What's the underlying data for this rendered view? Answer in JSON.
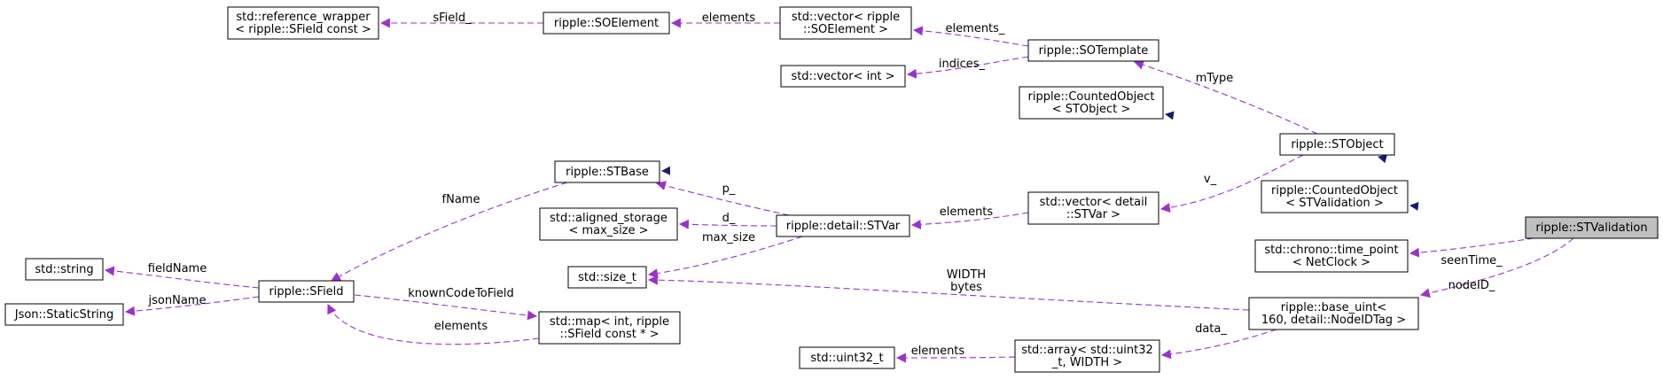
{
  "diagram_type": "collaboration-graph",
  "colors": {
    "inheritance_edge": "#191970",
    "usage_edge": "#9a32cd",
    "node_border": "#000000",
    "focus_fill": "#bfbfbf"
  },
  "nodes": [
    {
      "id": "refwrap",
      "lines": [
        "std::reference_wrapper",
        "< ripple::SField const >"
      ]
    },
    {
      "id": "soelement",
      "lines": [
        "ripple::SOElement"
      ]
    },
    {
      "id": "vec_soelement",
      "lines": [
        "std::vector< ripple",
        "::SOElement >"
      ]
    },
    {
      "id": "sotemplate",
      "lines": [
        "ripple::SOTemplate"
      ]
    },
    {
      "id": "vec_int",
      "lines": [
        "std::vector< int >"
      ]
    },
    {
      "id": "counted_stobject",
      "lines": [
        "ripple::CountedObject",
        "< STObject >"
      ]
    },
    {
      "id": "stobject",
      "lines": [
        "ripple::STObject"
      ]
    },
    {
      "id": "counted_stvalidation",
      "lines": [
        "ripple::CountedObject",
        "< STValidation >"
      ]
    },
    {
      "id": "stvalidation",
      "lines": [
        "ripple::STValidation"
      ]
    },
    {
      "id": "stbase",
      "lines": [
        "ripple::STBase"
      ]
    },
    {
      "id": "aligned_storage",
      "lines": [
        "std::aligned_storage",
        "< max_size >"
      ]
    },
    {
      "id": "stvar",
      "lines": [
        "ripple::detail::STVar"
      ]
    },
    {
      "id": "vec_stvar",
      "lines": [
        "std::vector< detail",
        "::STVar >"
      ]
    },
    {
      "id": "time_point",
      "lines": [
        "std::chrono::time_point",
        "< NetClock >"
      ]
    },
    {
      "id": "std_string",
      "lines": [
        "std::string"
      ]
    },
    {
      "id": "sfield",
      "lines": [
        "ripple::SField"
      ]
    },
    {
      "id": "static_string",
      "lines": [
        "Json::StaticString"
      ]
    },
    {
      "id": "size_t",
      "lines": [
        "std::size_t"
      ]
    },
    {
      "id": "map",
      "lines": [
        "std::map< int, ripple",
        "::SField const * >"
      ]
    },
    {
      "id": "base_uint",
      "lines": [
        "ripple::base_uint<",
        " 160, detail::NodeIDTag >"
      ]
    },
    {
      "id": "uint32",
      "lines": [
        "std::uint32_t"
      ]
    },
    {
      "id": "array",
      "lines": [
        "std::array< std::uint32",
        "_t, WIDTH >"
      ]
    }
  ],
  "edges": [
    {
      "from": "soelement",
      "to": "refwrap",
      "kind": "usage",
      "label": "sField_"
    },
    {
      "from": "vec_soelement",
      "to": "soelement",
      "kind": "usage",
      "label": "elements"
    },
    {
      "from": "sotemplate",
      "to": "vec_soelement",
      "kind": "usage",
      "label": "elements_"
    },
    {
      "from": "sotemplate",
      "to": "vec_int",
      "kind": "usage",
      "label": "indices_"
    },
    {
      "from": "stobject",
      "to": "sotemplate",
      "kind": "usage",
      "label": "mType"
    },
    {
      "from": "stobject",
      "to": "counted_stobject",
      "kind": "inheritance",
      "label": ""
    },
    {
      "from": "stobject",
      "to": "stbase",
      "kind": "inheritance",
      "label": ""
    },
    {
      "from": "stvalidation",
      "to": "stobject",
      "kind": "inheritance",
      "label": ""
    },
    {
      "from": "stvalidation",
      "to": "counted_stvalidation",
      "kind": "inheritance",
      "label": ""
    },
    {
      "from": "stobject",
      "to": "vec_stvar",
      "kind": "usage",
      "label": "v_"
    },
    {
      "from": "vec_stvar",
      "to": "stvar",
      "kind": "usage",
      "label": "elements"
    },
    {
      "from": "stvar",
      "to": "stbase",
      "kind": "usage",
      "label": "p_"
    },
    {
      "from": "stvar",
      "to": "aligned_storage",
      "kind": "usage",
      "label": "d_"
    },
    {
      "from": "stvar",
      "to": "size_t",
      "kind": "usage",
      "label": "max_size"
    },
    {
      "from": "stbase",
      "to": "sfield",
      "kind": "usage",
      "label": "fName"
    },
    {
      "from": "sfield",
      "to": "std_string",
      "kind": "usage",
      "label": "fieldName"
    },
    {
      "from": "sfield",
      "to": "static_string",
      "kind": "usage",
      "label": "jsonName"
    },
    {
      "from": "sfield",
      "to": "map",
      "kind": "usage",
      "label": "knownCodeToField"
    },
    {
      "from": "map",
      "to": "sfield",
      "kind": "usage",
      "label": "elements"
    },
    {
      "from": "stvalidation",
      "to": "time_point",
      "kind": "usage",
      "label": "seenTime_"
    },
    {
      "from": "stvalidation",
      "to": "base_uint",
      "kind": "usage",
      "label": "nodeID_"
    },
    {
      "from": "base_uint",
      "to": "size_t",
      "kind": "usage",
      "label": "WIDTH\nbytes"
    },
    {
      "from": "base_uint",
      "to": "array",
      "kind": "usage",
      "label": "data_"
    },
    {
      "from": "array",
      "to": "uint32",
      "kind": "usage",
      "label": "elements"
    }
  ]
}
